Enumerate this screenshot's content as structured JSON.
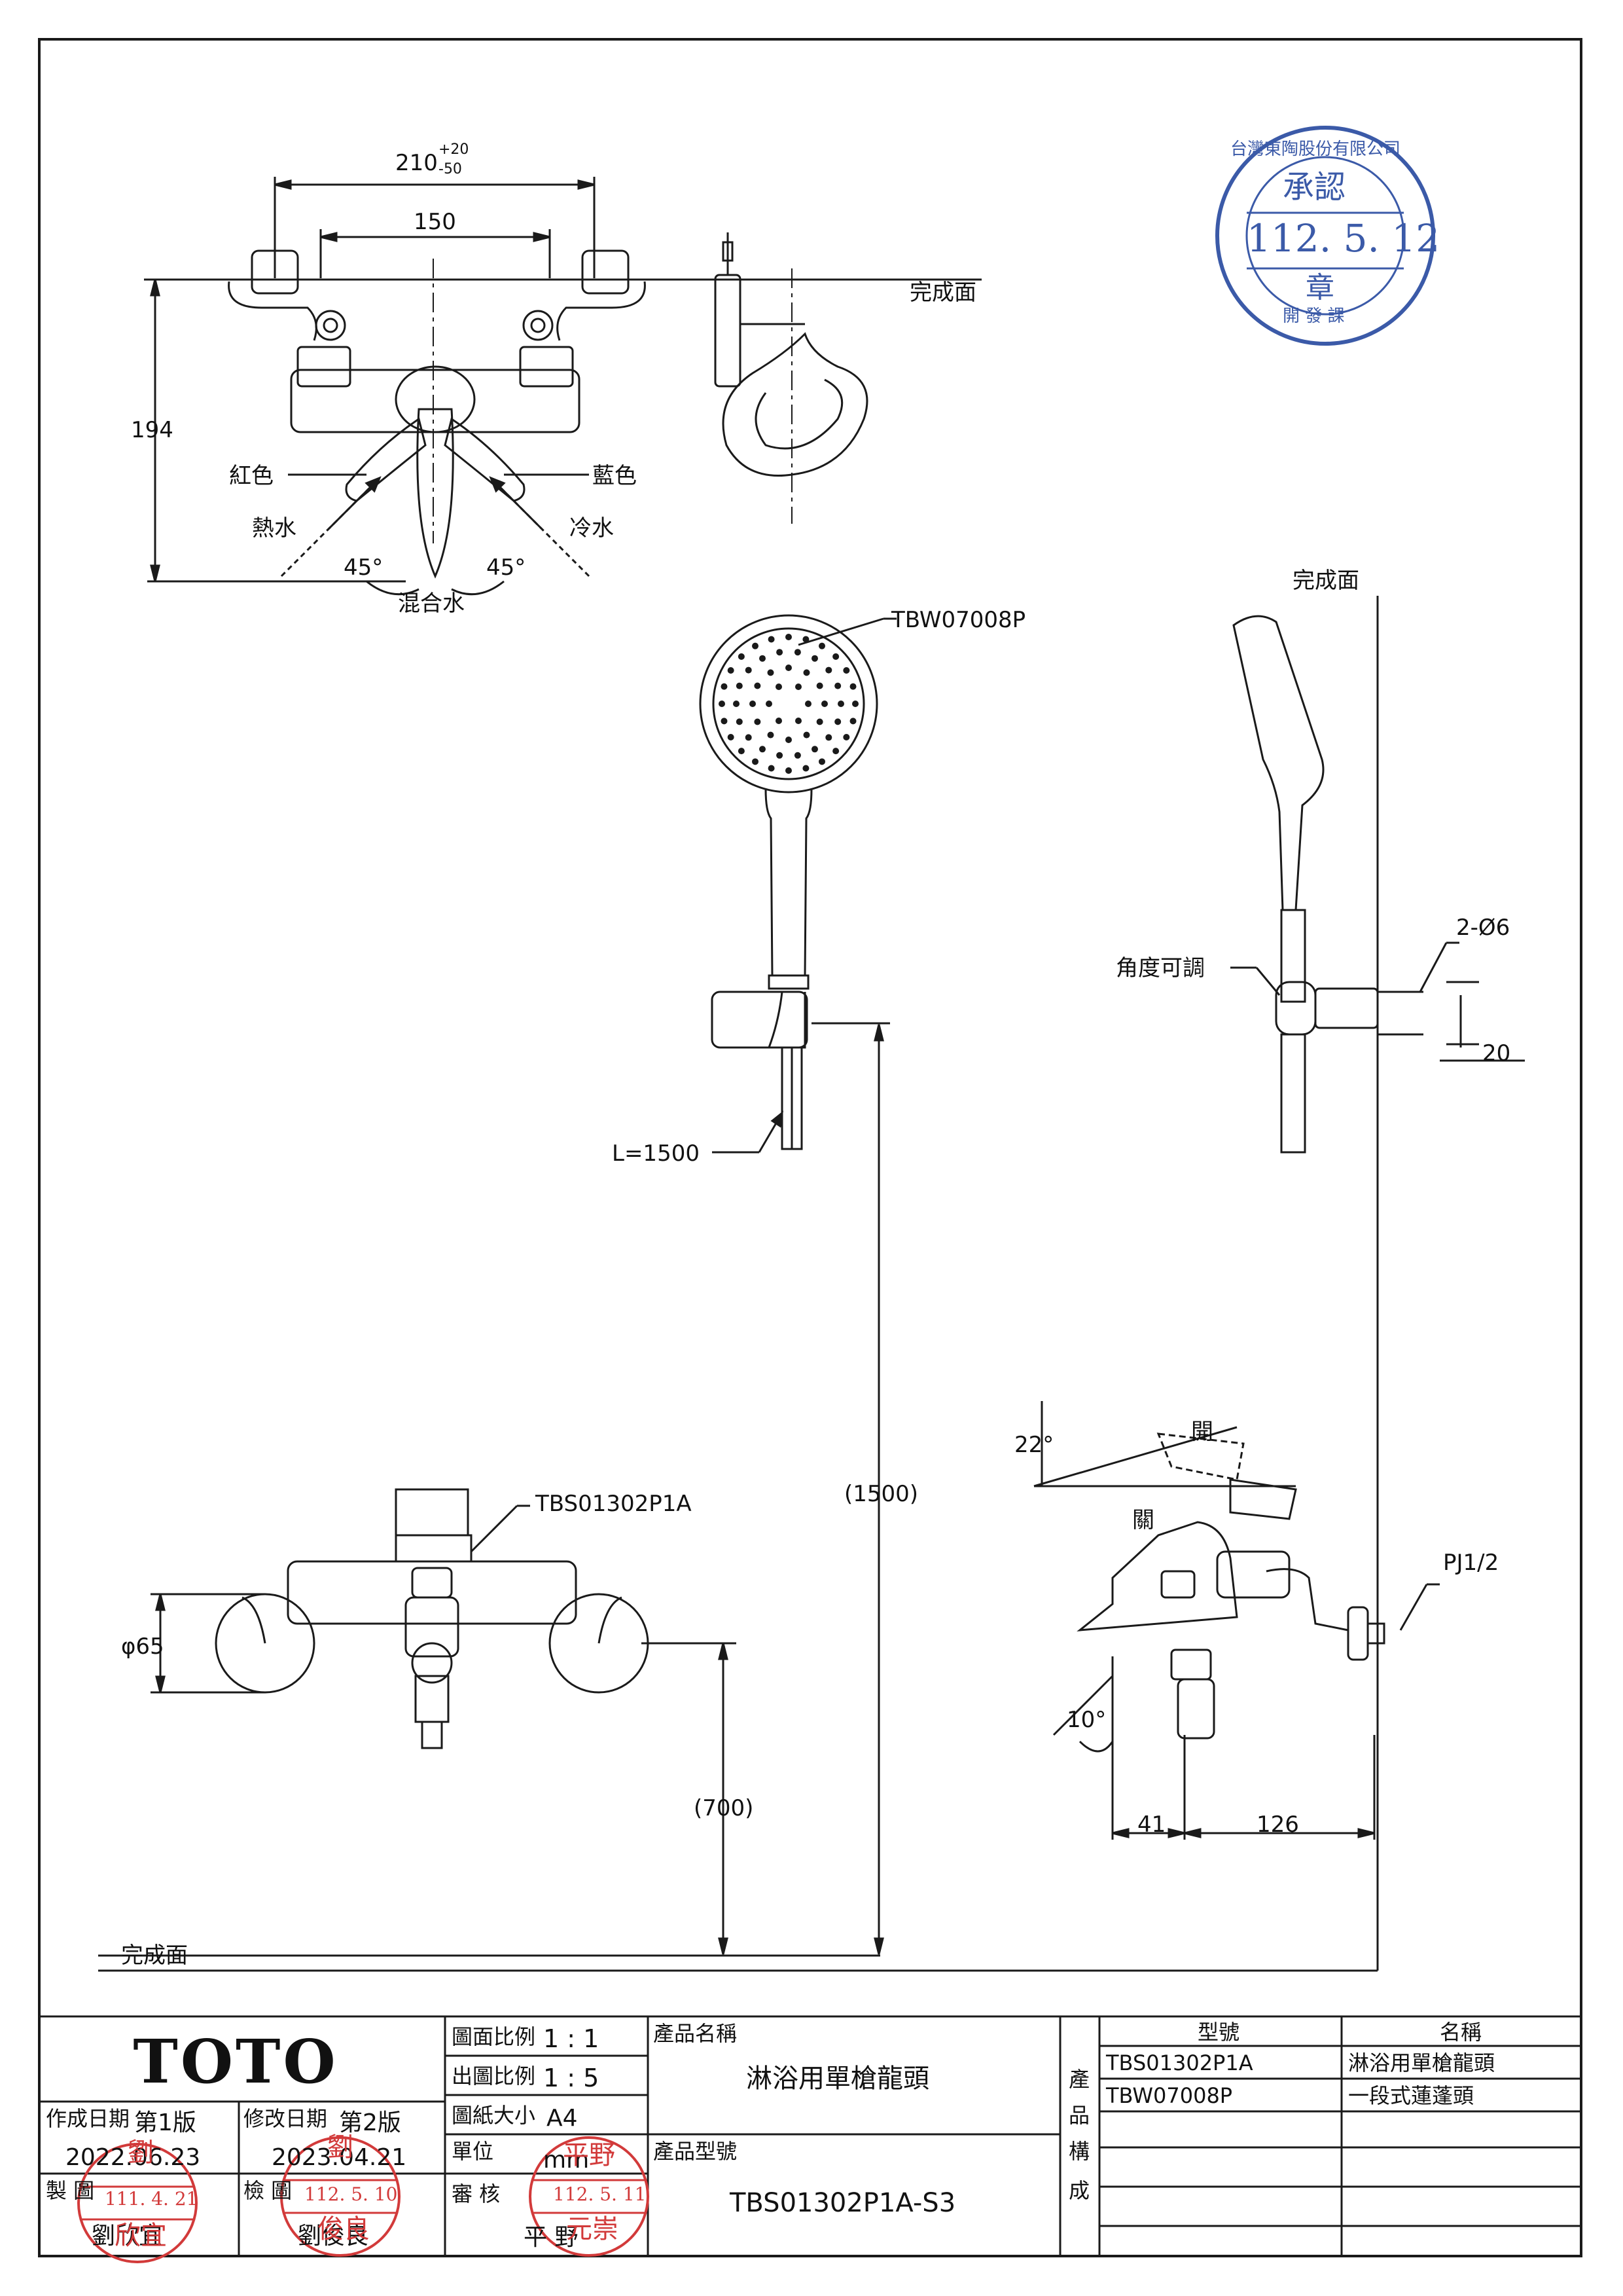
{
  "drawing": {
    "dimensions": {
      "width_total": "210",
      "tol_upper": "+20",
      "tol_lower": "-50",
      "width_inner": "150",
      "height": "194",
      "diameter": "φ65",
      "height_700": "(700)",
      "height_1500": "(1500)",
      "pitch": "20",
      "holes": "2-Ø6",
      "dim_41": "41",
      "dim_126": "126",
      "angle_left": "45°",
      "angle_right": "45°",
      "angle_22": "22°",
      "angle_10": "10°",
      "hose_length": "L=1500"
    },
    "labels": {
      "finish_surface": "完成面",
      "red": "紅色",
      "blue": "藍色",
      "hot": "熱水",
      "cold": "冷水",
      "mixed": "混合水",
      "angle_adjustable": "角度可調",
      "open": "開",
      "close": "關",
      "thread": "PJ1/2",
      "shower_model": "TBW07008P",
      "faucet_model": "TBS01302P1A"
    }
  },
  "approval_stamp": {
    "company": "台灣東陶股份有限公司",
    "title": "承認",
    "date": "112. 5. 12",
    "seal": "章",
    "dept": "開 發 課"
  },
  "title_block": {
    "brand": "TOTO",
    "scale_drawing_label": "圖面比例",
    "scale_drawing": "1 : 1",
    "scale_output_label": "出圖比例",
    "scale_output": "1 : 5",
    "paper_size_label": "圖紙大小",
    "paper_size": "A4",
    "unit_label": "單位",
    "unit": "mm",
    "review_label": "審 核",
    "reviewer": "平 野",
    "created_label": "作成日期",
    "version1": "第1版",
    "created_date": "2022.06.23",
    "modified_label": "修改日期",
    "version2": "第2版",
    "modified_date": "2023.04.21",
    "drawn_label": "製 圖",
    "drawer": "劉欣宜",
    "checked_label": "檢 圖",
    "checker": "劉俊良",
    "product_name_label": "產品名稱",
    "product_name": "淋浴用單槍龍頭",
    "product_model_label": "產品型號",
    "product_model": "TBS01302P1A-S3",
    "composition_label": "產品構成",
    "composition_chars": [
      "產",
      "品",
      "構",
      "成"
    ],
    "model_header": "型號",
    "name_header": "名稱",
    "components": [
      {
        "model": "TBS01302P1A",
        "name": "淋浴用單槍龍頭"
      },
      {
        "model": "TBW07008P",
        "name": "一段式蓮蓬頭"
      },
      {
        "model": "",
        "name": ""
      },
      {
        "model": "",
        "name": ""
      },
      {
        "model": "",
        "name": ""
      }
    ]
  },
  "stamps": {
    "draw_stamp_char": "劉",
    "draw_stamp_date": "111. 4. 21",
    "draw_stamp_name": "欣宜",
    "check_stamp_char": "劉",
    "check_stamp_date": "112. 5. 10",
    "check_stamp_name": "俊良",
    "review_stamp_char": "平野",
    "review_stamp_date": "112. 5. 11",
    "review_stamp_name": "元崇"
  },
  "colors": {
    "line": "#1a1a1a",
    "stamp_red": "#d23a3a",
    "stamp_blue": "#3b5aa8"
  }
}
